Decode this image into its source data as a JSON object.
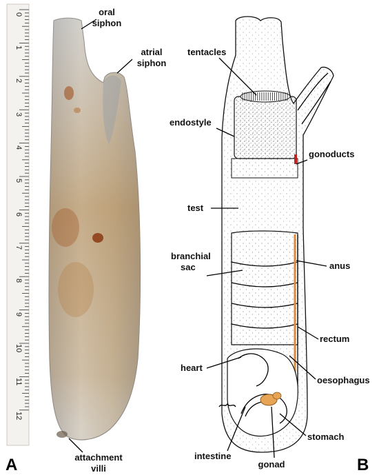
{
  "panels": {
    "left": "A",
    "right": "B"
  },
  "ruler": {
    "ticks": [
      "0",
      "1",
      "2",
      "3",
      "4",
      "5",
      "6",
      "7",
      "8",
      "9",
      "10",
      "11",
      "12"
    ]
  },
  "photo_labels": {
    "oral_siphon": [
      "oral",
      "siphon"
    ],
    "atrial_siphon": [
      "atrial",
      "siphon"
    ],
    "attachment_villi": [
      "attachment",
      "villi"
    ]
  },
  "drawing_labels": {
    "tentacles": "tentacles",
    "endostyle": "endostyle",
    "gonoducts": "gonoducts",
    "test": "test",
    "branchial_sac": [
      "branchial",
      "sac"
    ],
    "anus": "anus",
    "rectum": "rectum",
    "heart": "heart",
    "oesophagus": "oesophagus",
    "stomach": "stomach",
    "intestine": "intestine",
    "gonad": "gonad"
  },
  "colors": {
    "photo_body": "#c9b79a",
    "rust": "#a0521f",
    "gonad": "#e8a455"
  }
}
